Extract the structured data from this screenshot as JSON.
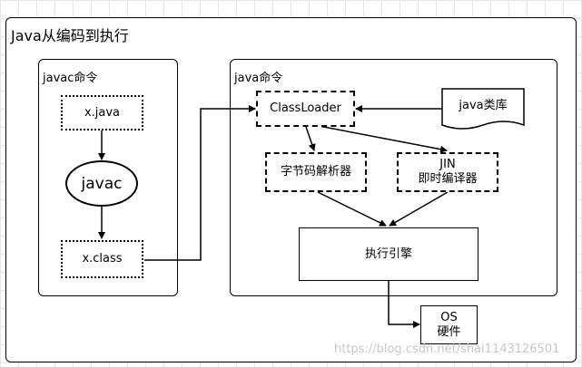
{
  "diagram": {
    "title": "Java从编码到执行",
    "javac_panel": {
      "label": "javac命令"
    },
    "java_panel": {
      "label": "java命令"
    },
    "nodes": {
      "source": "x.java",
      "compiler": "javac",
      "bytecode": "x.class",
      "classloader": "ClassLoader",
      "library": "java类库",
      "interpreter": "字节码解析器",
      "jit_line1": "JIN",
      "jit_line2": "即时编译器",
      "engine": "执行引擎",
      "os_line1": "OS",
      "os_line2": "硬件"
    },
    "watermark": "https://blog.csdn.net/shai1143126501"
  }
}
